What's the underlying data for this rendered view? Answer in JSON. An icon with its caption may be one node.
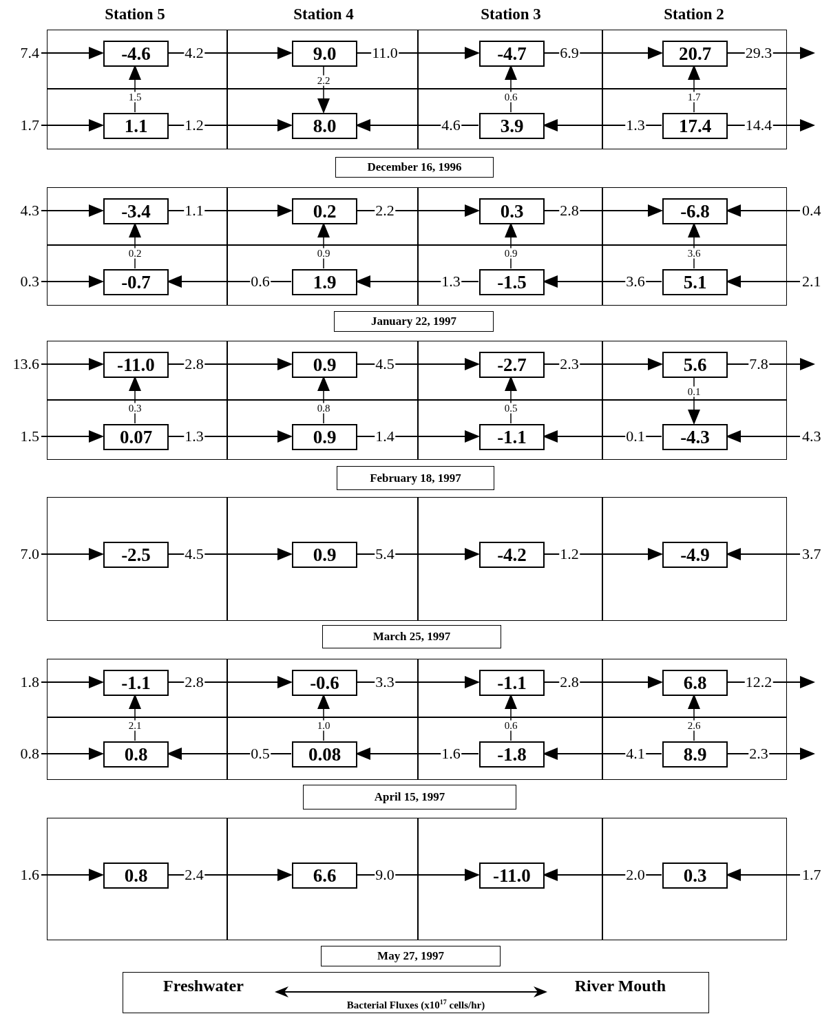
{
  "diagram": {
    "nodes": [
      {
        "text": [],
        "shape": "box"
      },
      {
        "text": [
          "-4.6"
        ],
        "in": 0
      },
      {
        "text": [],
        "shape": "box"
      },
      {
        "text": [
          "9.0"
        ],
        "in": 2
      },
      {
        "text": [],
        "shape": "box"
      },
      {
        "text": [
          "-4.7"
        ],
        "in": 4
      },
      {
        "text": [],
        "shape": "box"
      },
      {
        "text": [
          "20.7"
        ],
        "in": 6
      },
      {
        "text": [],
        "shape": "box"
      },
      {
        "text": [
          "1.1"
        ],
        "in": 8
      },
      {
        "text": [],
        "shape": "box"
      },
      {
        "text": [
          "8.0"
        ],
        "in": 10
      },
      {
        "text": [],
        "shape": "box"
      },
      {
        "text": [
          "3.9"
        ],
        "in": 12
      },
      {
        "text": [],
        "shape": "box"
      },
      {
        "text": [
          "17.4"
        ],
        "in": 14
      },
      {
        "text": [
          "December 16, 1996"
        ]
      },
      {
        "text": [],
        "shape": "box"
      },
      {
        "text": [
          "-3.4"
        ],
        "in": 17
      },
      {
        "text": [],
        "shape": "box"
      },
      {
        "text": [
          "0.2"
        ],
        "in": 19
      },
      {
        "text": [],
        "shape": "box"
      },
      {
        "text": [
          "0.3"
        ],
        "in": 21
      },
      {
        "text": [],
        "shape": "box"
      },
      {
        "text": [
          "-6.8"
        ],
        "in": 23
      },
      {
        "text": [],
        "shape": "box"
      },
      {
        "text": [
          "-0.7"
        ],
        "in": 25
      },
      {
        "text": [],
        "shape": "box"
      },
      {
        "text": [
          "1.9"
        ],
        "in": 27
      },
      {
        "text": [],
        "shape": "box"
      },
      {
        "text": [
          "-1.5"
        ],
        "in": 29
      },
      {
        "text": [],
        "shape": "box"
      },
      {
        "text": [
          "5.1"
        ],
        "in": 31
      },
      {
        "text": [
          "January 22, 1997"
        ]
      },
      {
        "text": [],
        "shape": "box"
      },
      {
        "text": [
          "-11.0"
        ],
        "in": 34
      },
      {
        "text": [],
        "shape": "box"
      },
      {
        "text": [
          "0.9"
        ],
        "in": 36
      },
      {
        "text": [],
        "shape": "box"
      },
      {
        "text": [
          "-2.7"
        ],
        "in": 38
      },
      {
        "text": [],
        "shape": "box"
      },
      {
        "text": [
          "5.6"
        ],
        "in": 40
      },
      {
        "text": [],
        "shape": "box"
      },
      {
        "text": [
          "0.07"
        ],
        "in": 42
      },
      {
        "text": [],
        "shape": "box"
      },
      {
        "text": [
          "0.9"
        ],
        "in": 44
      },
      {
        "text": [],
        "shape": "box"
      },
      {
        "text": [
          "-1.1"
        ],
        "in": 46
      },
      {
        "text": [],
        "shape": "box"
      },
      {
        "text": [
          "-4.3"
        ],
        "in": 48
      },
      {
        "text": [
          "February 18, 1997"
        ]
      },
      {
        "text": [],
        "shape": "box"
      },
      {
        "text": [
          "-2.5"
        ],
        "in": 51
      },
      {
        "text": [],
        "shape": "box"
      },
      {
        "text": [
          "0.9"
        ],
        "in": 53
      },
      {
        "text": [],
        "shape": "box"
      },
      {
        "text": [
          "-4.2"
        ],
        "in": 55
      },
      {
        "text": [],
        "shape": "box"
      },
      {
        "text": [
          "-4.9"
        ],
        "in": 57
      },
      {
        "text": [
          "March 25, 1997"
        ]
      },
      {
        "text": [],
        "shape": "box"
      },
      {
        "text": [
          "-1.1"
        ],
        "in": 60
      },
      {
        "text": [],
        "shape": "box"
      },
      {
        "text": [
          "-0.6"
        ],
        "in": 62
      },
      {
        "text": [],
        "shape": "box"
      },
      {
        "text": [
          "-1.1"
        ],
        "in": 64
      },
      {
        "text": [],
        "shape": "box"
      },
      {
        "text": [
          "6.8"
        ],
        "in": 66
      },
      {
        "text": [],
        "shape": "box"
      },
      {
        "text": [
          "0.8"
        ],
        "in": 68
      },
      {
        "text": [],
        "shape": "box"
      },
      {
        "text": [
          "0.08"
        ],
        "in": 70
      },
      {
        "text": [],
        "shape": "box"
      },
      {
        "text": [
          "-1.8"
        ],
        "in": 72
      },
      {
        "text": [],
        "shape": "box"
      },
      {
        "text": [
          "8.9"
        ],
        "in": 74
      },
      {
        "text": [
          "April 15, 1997"
        ]
      },
      {
        "text": [],
        "shape": "box"
      },
      {
        "text": [
          "0.8"
        ],
        "in": 77
      },
      {
        "text": [],
        "shape": "box"
      },
      {
        "text": [
          "6.6"
        ],
        "in": 79
      },
      {
        "text": [],
        "shape": "box"
      },
      {
        "text": [
          "-11.0"
        ],
        "in": 81
      },
      {
        "text": [],
        "shape": "box"
      },
      {
        "text": [
          "0.3"
        ],
        "in": 83
      },
      {
        "text": [
          "May 27, 1997"
        ]
      },
      {
        "text": [
          "Freshwater",
          "River Mouth",
          "Bacterial Fluxes (x10$^{17}$ cells/hr)"
        ]
      }
    ],
    "edges": [
      {
        "from": null,
        "to": 1,
        "arrow": "to",
        "label": "7.4"
      },
      {
        "from": 1,
        "to": 3,
        "arrow": "to",
        "label": "4.2"
      },
      {
        "from": 3,
        "to": 5,
        "arrow": "to",
        "label": "11.0"
      },
      {
        "from": 5,
        "to": 7,
        "arrow": "to",
        "label": "6.9"
      },
      {
        "from": 7,
        "to": null,
        "arrow": "to",
        "label": "29.3"
      },
      {
        "from": null,
        "to": 9,
        "arrow": "to",
        "label": "1.7"
      },
      {
        "from": 9,
        "to": 11,
        "arrow": "to",
        "label": "1.2"
      },
      {
        "from": 13,
        "to": 11,
        "arrow": "to",
        "label": "4.6"
      },
      {
        "from": 15,
        "to": 13,
        "arrow": "to",
        "label": "1.3"
      },
      {
        "from": 15,
        "to": null,
        "arrow": "to",
        "label": "14.4"
      },
      {
        "from": 9,
        "to": 1,
        "arrow": "to",
        "label": "1.5"
      },
      {
        "from": 3,
        "to": 11,
        "arrow": "to",
        "label": "2.2"
      },
      {
        "from": 13,
        "to": 5,
        "arrow": "to",
        "label": "0.6"
      },
      {
        "from": 15,
        "to": 7,
        "arrow": "to",
        "label": "1.7"
      },
      {
        "from": null,
        "to": 18,
        "arrow": "to",
        "label": "4.3"
      },
      {
        "from": 18,
        "to": 20,
        "arrow": "to",
        "label": "1.1"
      },
      {
        "from": 20,
        "to": 22,
        "arrow": "to",
        "label": "2.2"
      },
      {
        "from": 22,
        "to": 24,
        "arrow": "to",
        "label": "2.8"
      },
      {
        "from": null,
        "to": 24,
        "arrow": "to",
        "label": "0.4"
      },
      {
        "from": null,
        "to": 26,
        "arrow": "to",
        "label": "0.3"
      },
      {
        "from": 28,
        "to": 26,
        "arrow": "to",
        "label": "0.6"
      },
      {
        "from": 30,
        "to": 28,
        "arrow": "to",
        "label": "1.3"
      },
      {
        "from": 32,
        "to": 30,
        "arrow": "to",
        "label": "3.6"
      },
      {
        "from": null,
        "to": 32,
        "arrow": "to",
        "label": "2.1"
      },
      {
        "from": 26,
        "to": 18,
        "arrow": "to",
        "label": "0.2"
      },
      {
        "from": 28,
        "to": 20,
        "arrow": "to",
        "label": "0.9"
      },
      {
        "from": 30,
        "to": 22,
        "arrow": "to",
        "label": "0.9"
      },
      {
        "from": 32,
        "to": 24,
        "arrow": "to",
        "label": "3.6"
      },
      {
        "from": null,
        "to": 35,
        "arrow": "to",
        "label": "13.6"
      },
      {
        "from": 35,
        "to": 37,
        "arrow": "to",
        "label": "2.8"
      },
      {
        "from": 37,
        "to": 39,
        "arrow": "to",
        "label": "4.5"
      },
      {
        "from": 39,
        "to": 41,
        "arrow": "to",
        "label": "2.3"
      },
      {
        "from": 41,
        "to": null,
        "arrow": "to",
        "label": "7.8"
      },
      {
        "from": null,
        "to": 43,
        "arrow": "to",
        "label": "1.5"
      },
      {
        "from": 43,
        "to": 45,
        "arrow": "to",
        "label": "1.3"
      },
      {
        "from": 45,
        "to": 47,
        "arrow": "to",
        "label": "1.4"
      },
      {
        "from": 49,
        "to": 47,
        "arrow": "to",
        "label": "0.1"
      },
      {
        "from": null,
        "to": 49,
        "arrow": "to",
        "label": "4.3"
      },
      {
        "from": 43,
        "to": 35,
        "arrow": "to",
        "label": "0.3"
      },
      {
        "from": 45,
        "to": 37,
        "arrow": "to",
        "label": "0.8"
      },
      {
        "from": 47,
        "to": 39,
        "arrow": "to",
        "label": "0.5"
      },
      {
        "from": 41,
        "to": 49,
        "arrow": "to",
        "label": "0.1"
      },
      {
        "from": null,
        "to": 52,
        "arrow": "to",
        "label": "7.0"
      },
      {
        "from": 52,
        "to": 54,
        "arrow": "to",
        "label": "4.5"
      },
      {
        "from": 54,
        "to": 56,
        "arrow": "to",
        "label": "5.4"
      },
      {
        "from": 56,
        "to": 58,
        "arrow": "to",
        "label": "1.2"
      },
      {
        "from": null,
        "to": 58,
        "arrow": "to",
        "label": "3.7"
      },
      {
        "from": null,
        "to": 61,
        "arrow": "to",
        "label": "1.8"
      },
      {
        "from": 61,
        "to": 63,
        "arrow": "to",
        "label": "2.8"
      },
      {
        "from": 63,
        "to": 65,
        "arrow": "to",
        "label": "3.3"
      },
      {
        "from": 65,
        "to": 67,
        "arrow": "to",
        "label": "2.8"
      },
      {
        "from": 67,
        "to": null,
        "arrow": "to",
        "label": "12.2"
      },
      {
        "from": null,
        "to": 69,
        "arrow": "to",
        "label": "0.8"
      },
      {
        "from": 71,
        "to": 69,
        "arrow": "to",
        "label": "0.5"
      },
      {
        "from": 73,
        "to": 71,
        "arrow": "to",
        "label": "1.6"
      },
      {
        "from": 75,
        "to": 73,
        "arrow": "to",
        "label": "4.1"
      },
      {
        "from": 75,
        "to": null,
        "arrow": "to",
        "label": "2.3"
      },
      {
        "from": 69,
        "to": 61,
        "arrow": "to",
        "label": "2.1"
      },
      {
        "from": 71,
        "to": 63,
        "arrow": "to",
        "label": "1.0"
      },
      {
        "from": 73,
        "to": 65,
        "arrow": "to",
        "label": "0.6"
      },
      {
        "from": 75,
        "to": 67,
        "arrow": "to",
        "label": "2.6"
      },
      {
        "from": null,
        "to": 78,
        "arrow": "to",
        "label": "1.6"
      },
      {
        "from": 78,
        "to": 80,
        "arrow": "to",
        "label": "2.4"
      },
      {
        "from": 80,
        "to": 82,
        "arrow": "to",
        "label": "9.0"
      },
      {
        "from": 84,
        "to": 82,
        "arrow": "to",
        "label": "2.0"
      },
      {
        "from": null,
        "to": 84,
        "arrow": "to",
        "label": "1.7"
      }
    ],
    "labels": [
      "Station 5",
      "Station 4",
      "Station 3",
      "Station 2"
    ]
  }
}
